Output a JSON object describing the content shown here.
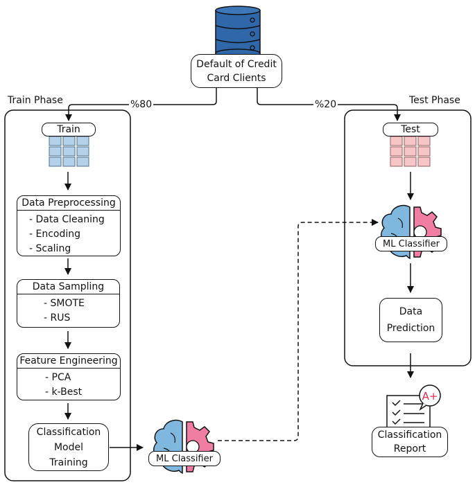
{
  "source": {
    "line1": "Default of Credit",
    "line2": "Card Clients"
  },
  "split": {
    "train_pct": "%80",
    "test_pct": "%20"
  },
  "phases": {
    "train": "Train Phase",
    "test": "Test Phase"
  },
  "train_block": {
    "label": "Train"
  },
  "test_block": {
    "label": "Test"
  },
  "preprocessing": {
    "title": "Data Preprocessing",
    "items": [
      "- Data Cleaning",
      "- Encoding",
      "- Scaling"
    ]
  },
  "sampling": {
    "title": "Data Sampling",
    "items": [
      "- SMOTE",
      "- RUS"
    ]
  },
  "feature_engineering": {
    "title": "Feature Engineering",
    "items": [
      "- PCA",
      "- k-Best"
    ]
  },
  "training": {
    "line1": "Classification",
    "line2": "Model",
    "line3": "Training"
  },
  "classifier_train": {
    "label": "ML Classifier"
  },
  "classifier_test": {
    "label": "ML Classifier"
  },
  "prediction": {
    "line1": "Data",
    "line2": "Prediction"
  },
  "report": {
    "line1": "Classification",
    "line2": "Report",
    "grade": "A+"
  },
  "colors": {
    "database": "#2f67a8",
    "train_cells": "#b5d1ea",
    "test_cells": "#f6c6c6",
    "brain_blue": "#7fb7df",
    "brain_pink": "#f07ea3"
  }
}
